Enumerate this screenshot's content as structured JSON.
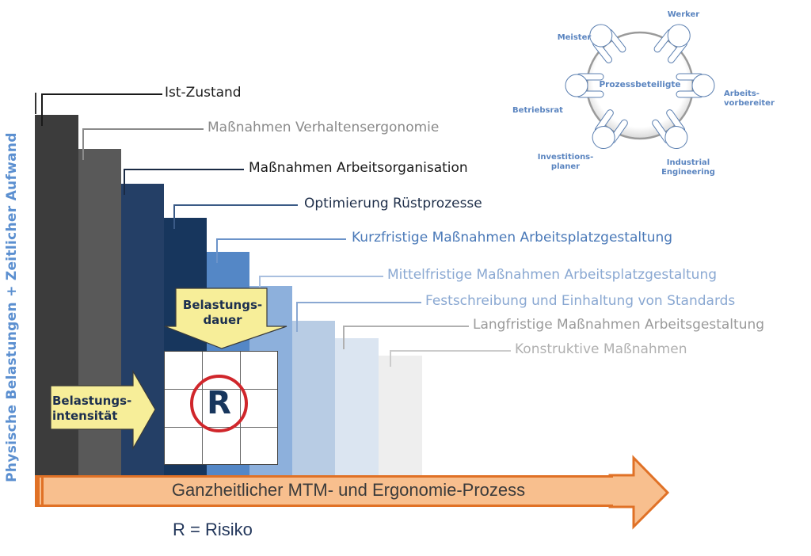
{
  "diagram": {
    "y_axis_label": "Physische Belastungen + Zeitlicher Aufwand",
    "process_arrow_label": "Ganzheitlicher MTM- und Ergonomie-Prozess",
    "legend": "R = Risiko",
    "risk_symbol": "R",
    "callouts": {
      "duration": [
        "Belastungs-",
        "dauer"
      ],
      "intensity": [
        "Belastungs-",
        "intensität"
      ]
    },
    "steps": [
      {
        "label": "Ist-Zustand",
        "bar_color": "#3c3c3c",
        "label_color": "#1a1a1a",
        "line_color": "#1a1a1a"
      },
      {
        "label": "Maßnahmen Verhaltensergonomie",
        "bar_color": "#595959",
        "label_color": "#8a8a8a",
        "line_color": "#8a8a8a"
      },
      {
        "label": "Maßnahmen Arbeitsorganisation",
        "bar_color": "#243f66",
        "label_color": "#1a1a1a",
        "line_color": "#1a2a44"
      },
      {
        "label": "Optimierung Rüstprozesse",
        "bar_color": "#17365d",
        "label_color": "#1f2f4a",
        "line_color": "#3a5a86"
      },
      {
        "label": "Kurzfristige Maßnahmen Arbeitsplatzgestaltung",
        "bar_color": "#5487c6",
        "label_color": "#4a79b8",
        "line_color": "#6b93c9"
      },
      {
        "label": "Mittelfristige Maßnahmen Arbeitsplatzgestaltung",
        "bar_color": "#8db0dc",
        "label_color": "#8aa8d2",
        "line_color": "#a9bfdf"
      },
      {
        "label": "Festschreibung und Einhaltung von Standards",
        "bar_color": "#b8cce4",
        "label_color": "#8aa8d2",
        "line_color": "#8aa8d2"
      },
      {
        "label": "Langfristige Maßnahmen Arbeitsgestaltung",
        "bar_color": "#dbe5f1",
        "label_color": "#9a9a9a",
        "line_color": "#b0b0b0"
      },
      {
        "label": "Konstruktive Maßnahmen",
        "bar_color": "#eeeeee",
        "label_color": "#b0b0b0",
        "line_color": "#cccccc"
      }
    ],
    "stakeholders": {
      "center": "Prozessbeteiligte",
      "roles": [
        {
          "label": [
            "Werker"
          ]
        },
        {
          "label": [
            "Meister"
          ]
        },
        {
          "label": [
            "Arbeits-",
            "vorbereiter"
          ]
        },
        {
          "label": [
            "Betriebsrat"
          ]
        },
        {
          "label": [
            "Investitions-",
            "planer"
          ]
        },
        {
          "label": [
            "Industrial",
            "Engineering"
          ]
        }
      ]
    },
    "colors": {
      "axis_label": "#5b8fd0",
      "arrow_fill": "#f8bf8e",
      "arrow_stroke": "#e07126",
      "callout_fill": "#f7ee99",
      "risk_circle": "#d0262b",
      "stakeholder_text": "#5b85c0"
    }
  }
}
